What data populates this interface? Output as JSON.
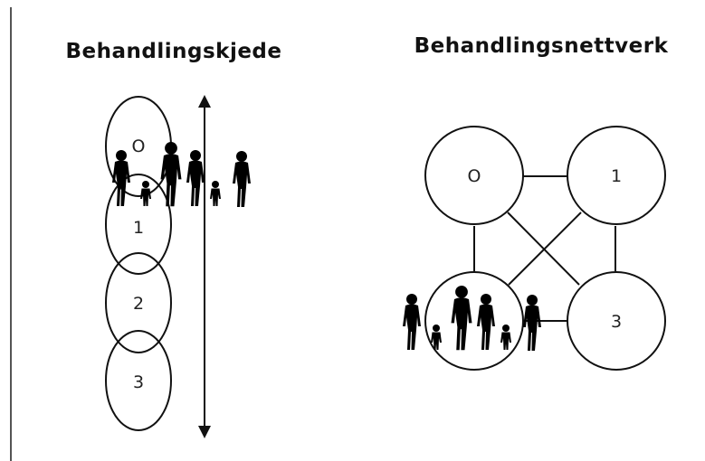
{
  "left_diagram": {
    "title": "Behandlingskjede",
    "nodes": [
      "O",
      "1",
      "2",
      "3"
    ]
  },
  "right_diagram": {
    "title": "Behandlingsnettverk",
    "nodes": [
      "O",
      "1",
      "",
      "3"
    ]
  },
  "icons": {
    "family": "family-silhouette-icon",
    "arrow": "double-arrow-icon"
  }
}
